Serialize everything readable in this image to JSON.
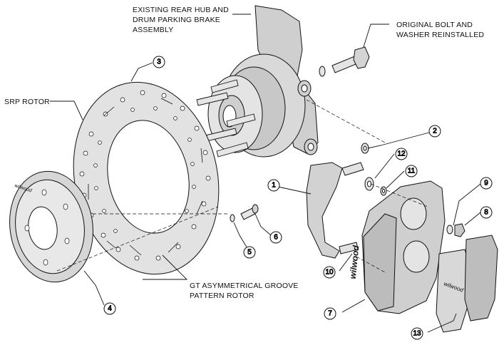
{
  "callouts": {
    "hub": [
      "EXISTING REAR HUB AND",
      "DRUM PARKING BRAKE",
      "ASSEMBLY"
    ],
    "bolt": [
      "ORIGINAL BOLT AND",
      "WASHER REINSTALLED"
    ],
    "srp": [
      "SRP ROTOR"
    ],
    "gt": [
      "GT ASYMMETRICAL GROOVE",
      "PATTERN ROTOR"
    ]
  },
  "part_numbers": {
    "p1": "1",
    "p2": "2",
    "p3": "3",
    "p4": "4",
    "p5": "5",
    "p6": "6",
    "p7": "7",
    "p8": "8",
    "p9": "9",
    "p10": "10",
    "p11": "11",
    "p12": "12",
    "p13": "13"
  },
  "brand": "wilwood",
  "colors": {
    "line": "#111111",
    "part_fill": "#dcdcdc",
    "part_fill_dark": "#bdbdbd",
    "background": "#ffffff"
  }
}
